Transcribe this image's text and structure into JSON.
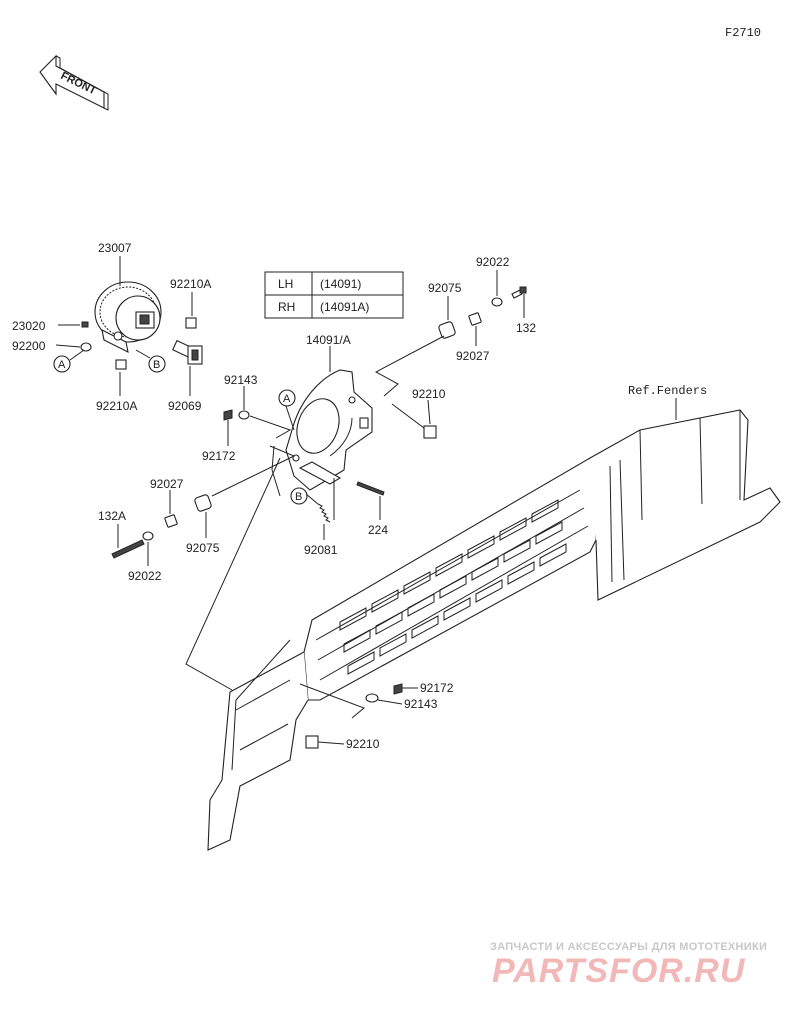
{
  "figure_code": "F2710",
  "front_label": "FRONT",
  "table": {
    "rows": [
      {
        "side": "LH",
        "part": "(14091)"
      },
      {
        "side": "RH",
        "part": "(14091A)"
      }
    ]
  },
  "ref_note": "Ref.Fenders",
  "callouts": {
    "p23007": "23007",
    "p92210A_top": "92210A",
    "p23020": "23020",
    "p92200": "92200",
    "p92210A_bottom": "92210A",
    "p92069": "92069",
    "p14091A": "14091/A",
    "p92075_top": "92075",
    "p92022_top": "92022",
    "p132": "132",
    "p92027_top": "92027",
    "p92210_mid": "92210",
    "p92143_top": "92143",
    "p92172_top": "92172",
    "p92027_left": "92027",
    "p132A": "132A",
    "p92075_left": "92075",
    "p92022_left": "92022",
    "p224": "224",
    "p92081": "92081",
    "p92172_bottom": "92172",
    "p92143_bottom": "92143",
    "p92210_bottom": "92210"
  },
  "markers": {
    "a1": "A",
    "b1": "B",
    "a2": "A",
    "b2": "B"
  },
  "watermark": {
    "tagline": "ЗАПЧАСТИ И АКСЕССУАРЫ ДЛЯ МОТОТЕХНИКИ",
    "logo": "PARTSFOR.RU"
  }
}
